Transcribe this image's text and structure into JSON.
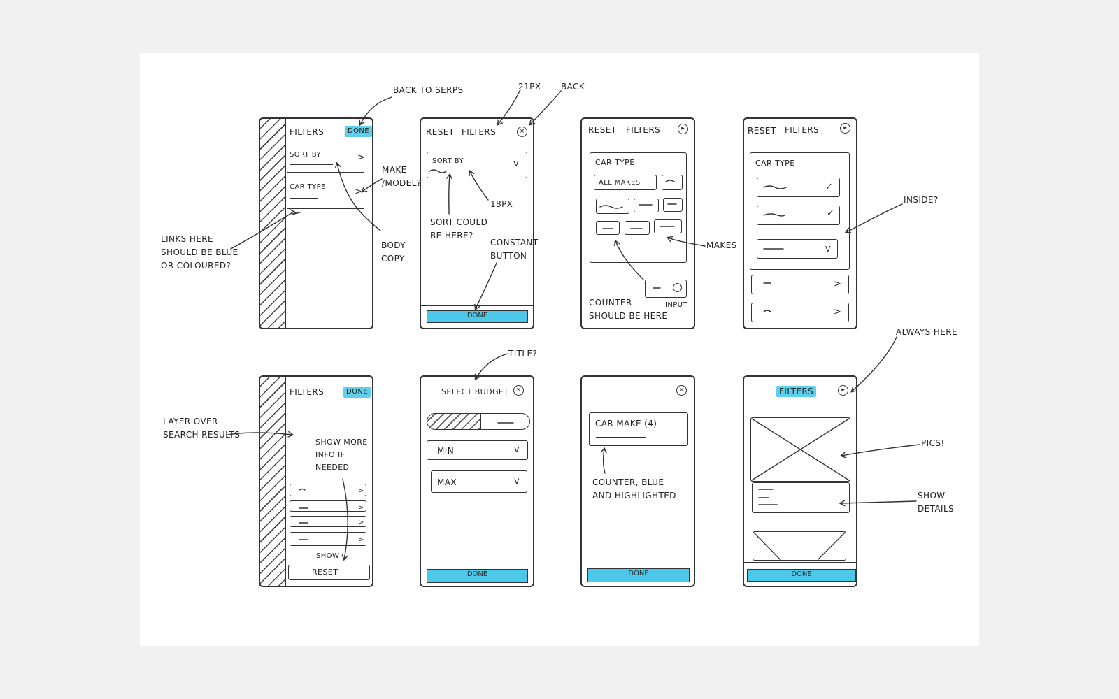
{
  "screens": {
    "s1": {
      "title": "FILTERS",
      "done": "DONE",
      "sort_label": "SORT BY",
      "car_type_label": "CAR TYPE",
      "chevron": ">"
    },
    "s2": {
      "reset": "RESET",
      "title": "FILTERS",
      "close": "×",
      "sort_label": "SORT BY",
      "chevron": "v",
      "done": "DONE"
    },
    "s3": {
      "reset": "RESET",
      "title": "FILTERS",
      "close": "▸",
      "car_type": "CAR TYPE",
      "all_makes": "ALL MAKES"
    },
    "s4": {
      "reset": "RESET",
      "title": "FILTERS",
      "close": "▸",
      "car_type": "CAR TYPE",
      "check": "✓",
      "chev_down": "V",
      "chev_right": ">"
    },
    "s5": {
      "title": "FILTERS",
      "done": "DONE",
      "show": "SHOW",
      "reset": "RESET"
    },
    "s6": {
      "title": "SELECT BUDGET",
      "close": "×",
      "min": "MIN",
      "max": "MAX",
      "done": "DONE"
    },
    "s7": {
      "close": "×",
      "car_make": "CAR MAKE (4)",
      "done": "DONE"
    },
    "s8": {
      "title": "FILTERS",
      "close": "▸",
      "done": "DONE"
    }
  },
  "annotations": {
    "back_to_serps": "BACK TO SERPS",
    "px21": "21PX",
    "back": "BACK",
    "make_model": "MAKE\n/MODEL?",
    "links_here": "LINKS HERE\nSHOULD BE BLUE\nOR COLOURED?",
    "body_copy": "BODY\nCOPY",
    "px18": "18PX",
    "sort_could": "SORT COULD\nBE HERE?",
    "constant_button": "CONSTANT\nBUTTON",
    "makes": "MAKES",
    "counter_here": "COUNTER\nSHOULD BE HERE",
    "input": "INPUT",
    "inside": "INSIDE?",
    "always_here": "ALWAYS HERE",
    "title_q": "TITLE?",
    "layer_over": "LAYER OVER\nSEARCH RESULTS",
    "show_more": "SHOW MORE\nINFO IF\nNEEDED",
    "counter_blue": "COUNTER, BLUE\nAND HIGHLIGHTED",
    "pics": "PICS!",
    "show_details": "SHOW\nDETAILS"
  },
  "colors": {
    "highlight": "#5fd0ec",
    "ink": "#2a2a2a",
    "paper": "#ffffff",
    "background": "#f1f1f1"
  }
}
